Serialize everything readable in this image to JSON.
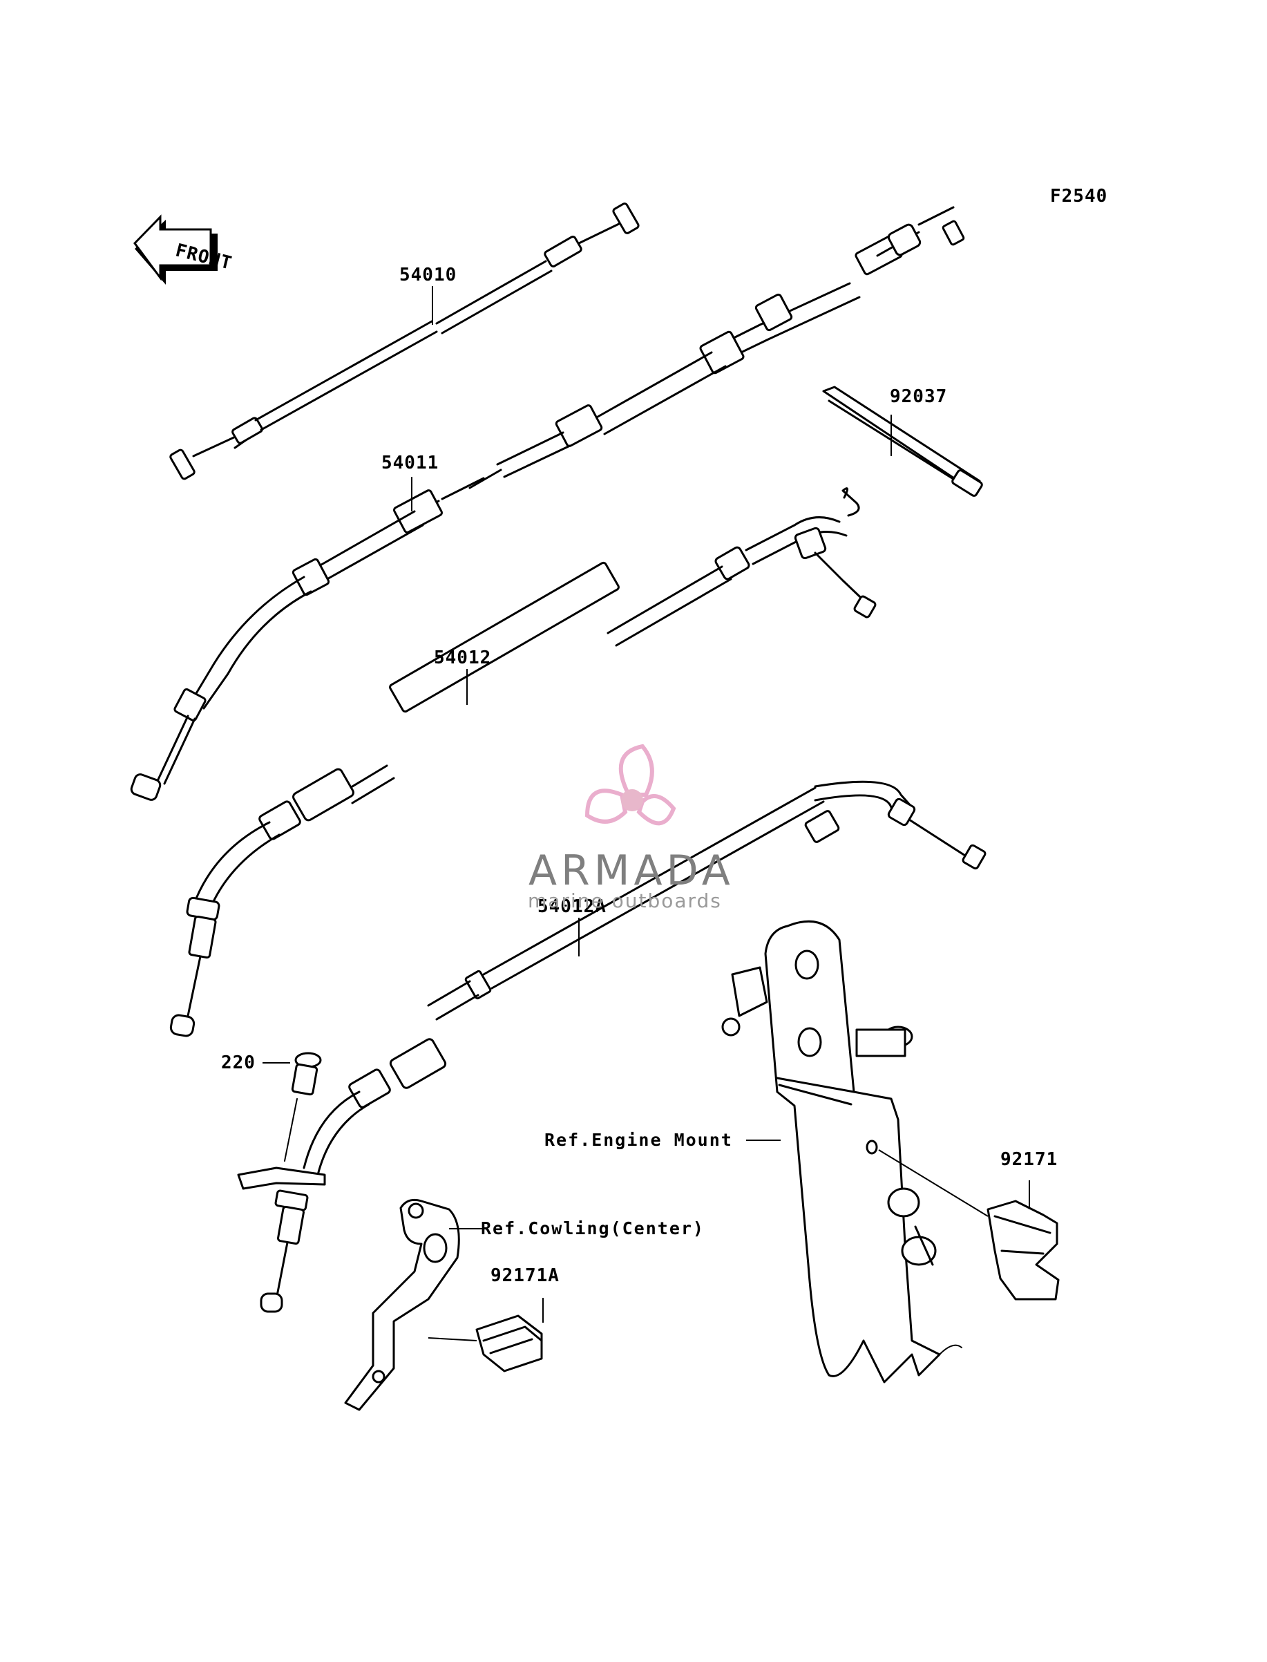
{
  "diagram": {
    "code": "F2540",
    "front_label": "FRONT",
    "parts": [
      {
        "part_no": "54010"
      },
      {
        "part_no": "54011"
      },
      {
        "part_no": "92037"
      },
      {
        "part_no": "54012"
      },
      {
        "part_no": "54012A"
      },
      {
        "part_no": "220"
      },
      {
        "part_no": "92171"
      },
      {
        "part_no": "92171A"
      }
    ],
    "references": [
      {
        "text": "Ref.Engine Mount"
      },
      {
        "text": "Ref.Cowling(Center)"
      }
    ]
  },
  "watermark": {
    "brand": "ARMADA",
    "tagline": "marine outboards",
    "colors": {
      "logo_pink": "#e8a6c8",
      "logo_center": "#e6b0c6",
      "text_gray": "#7f7f7f"
    }
  }
}
